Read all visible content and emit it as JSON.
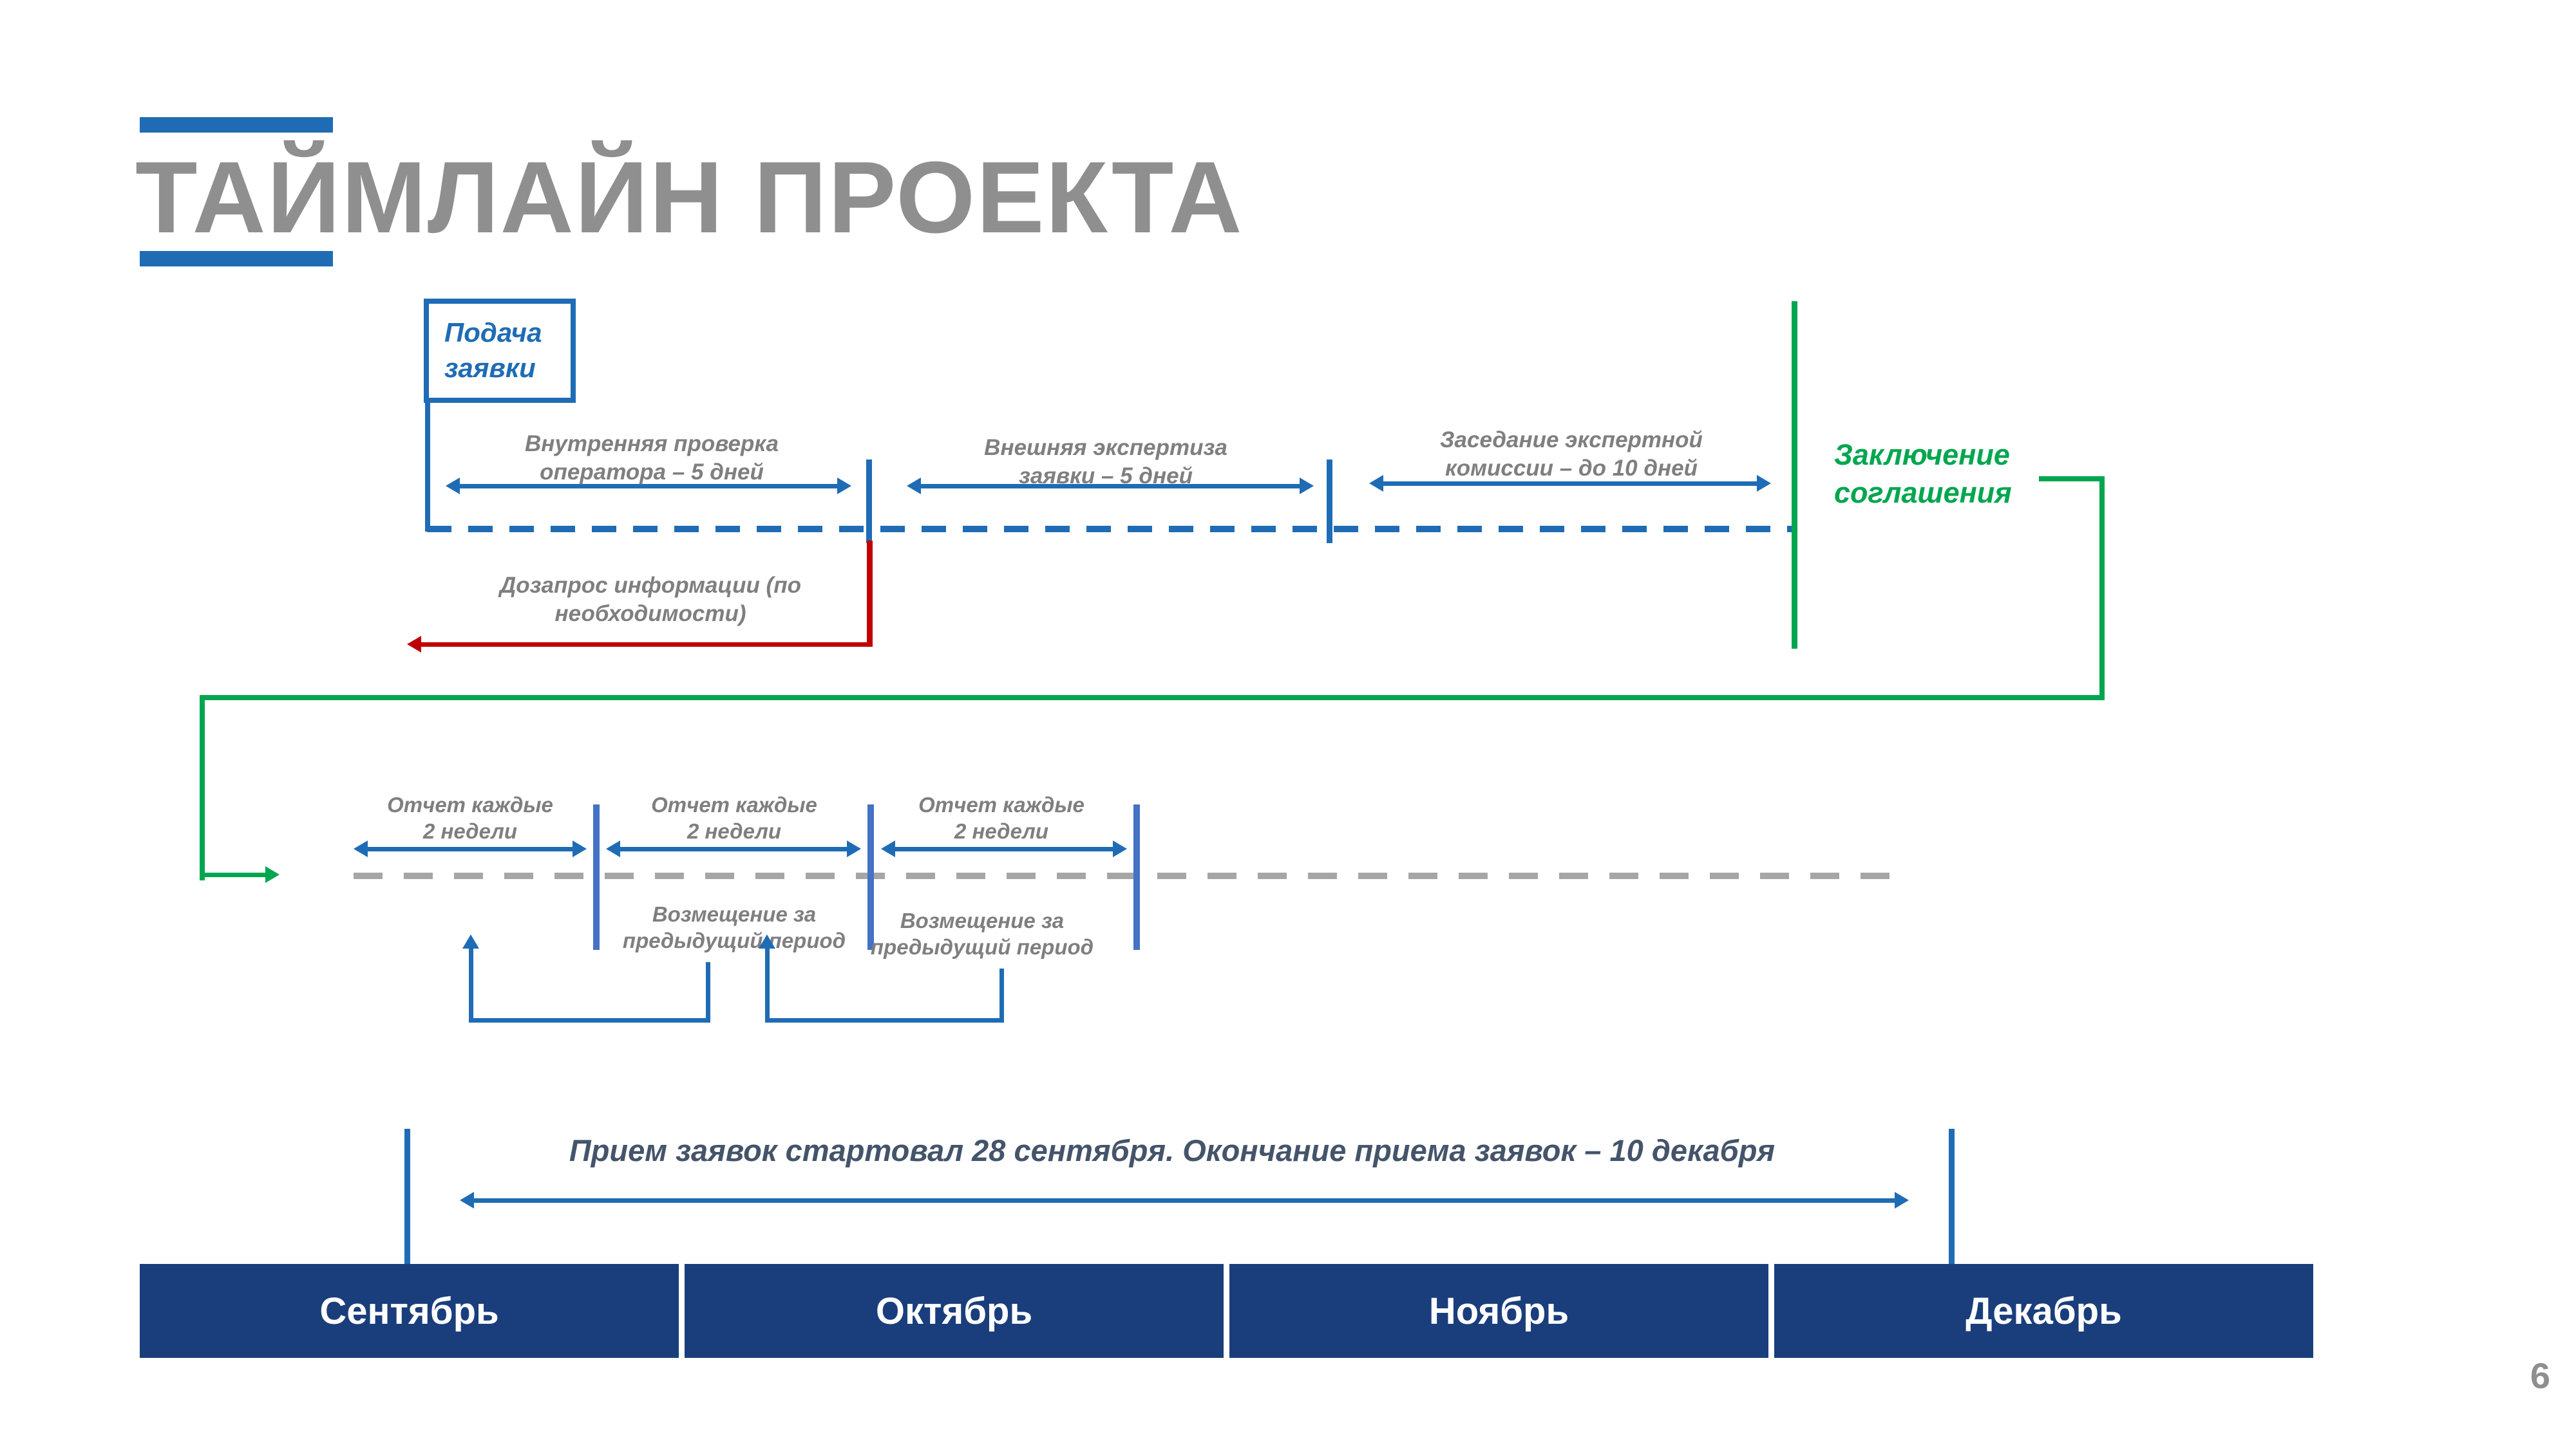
{
  "slide": {
    "title": "ТАЙМЛАЙН ПРОЕКТА",
    "page_number": "6"
  },
  "colors": {
    "accent_blue": "#1f6cb5",
    "royal_blue": "#4472c4",
    "navy": "#1a3e7c",
    "green": "#00a64f",
    "red": "#c00000",
    "title_gray": "#8f8f8f",
    "label_gray": "#7f7f7f",
    "dash_gray": "#a6a6a6",
    "dark_text": "#44546a"
  },
  "timeline1": {
    "application_box": {
      "line1": "Подача",
      "line2": "заявки"
    },
    "internal_check": {
      "line1": "Внутренняя проверка",
      "line2": "оператора – 5 дней"
    },
    "external_review": {
      "line1": "Внешняя экспертиза",
      "line2": "заявки – 5 дней"
    },
    "commission": {
      "line1": "Заседание экспертной",
      "line2": "комиссии – до 10 дней"
    },
    "agreement": {
      "line1": "Заключение",
      "line2": "соглашения"
    },
    "info_request": {
      "line1": "Дозапрос информации (по",
      "line2": "необходимости)"
    }
  },
  "timeline2": {
    "report1": {
      "line1": "Отчет каждые",
      "line2": "2 недели"
    },
    "report2": {
      "line1": "Отчет каждые",
      "line2": "2 недели"
    },
    "report3": {
      "line1": "Отчет каждые",
      "line2": "2 недели"
    },
    "reimbursement1": {
      "line1": "Возмещение за",
      "line2": "предыдущий период"
    },
    "reimbursement2": {
      "line1": "Возмещение за",
      "line2": "предыдущий период"
    }
  },
  "footer": {
    "announcement": "Прием заявок стартовал 28 сентября. Окончание приема заявок – 10 декабря",
    "months": [
      "Сентябрь",
      "Октябрь",
      "Ноябрь",
      "Декабрь"
    ]
  }
}
